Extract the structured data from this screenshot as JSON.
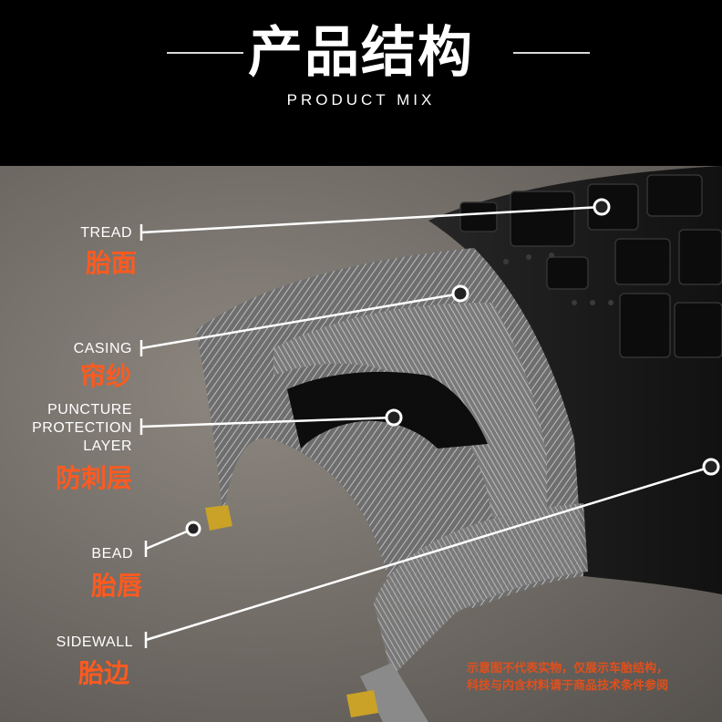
{
  "header": {
    "title": "产品结构",
    "subtitle": "PRODUCT MIX"
  },
  "labels": [
    {
      "id": "tread",
      "en": "TREAD",
      "cn": "胎面"
    },
    {
      "id": "casing",
      "en": "CASING",
      "cn": "帘纱"
    },
    {
      "id": "puncture",
      "en": "PUNCTURE PROTECTION LAYER",
      "en_lines": [
        "PUNCTURE",
        "PROTECTION",
        "LAYER"
      ],
      "cn": "防刺层"
    },
    {
      "id": "bead",
      "en": "BEAD",
      "cn": "胎唇"
    },
    {
      "id": "sidewall",
      "en": "SIDEWALL",
      "cn": "胎边"
    }
  ],
  "disclaimer": {
    "line1": "示意图不代表实物，仅展示车胎结构，",
    "line2": "科技与内含材料请于商品技术条件参阅"
  },
  "colors": {
    "label_cn": "#ff5a1f",
    "leader_line": "#ffffff",
    "tread": "#1b1b1b",
    "casing": "#8f8f8f",
    "bead": "#c9a227"
  }
}
